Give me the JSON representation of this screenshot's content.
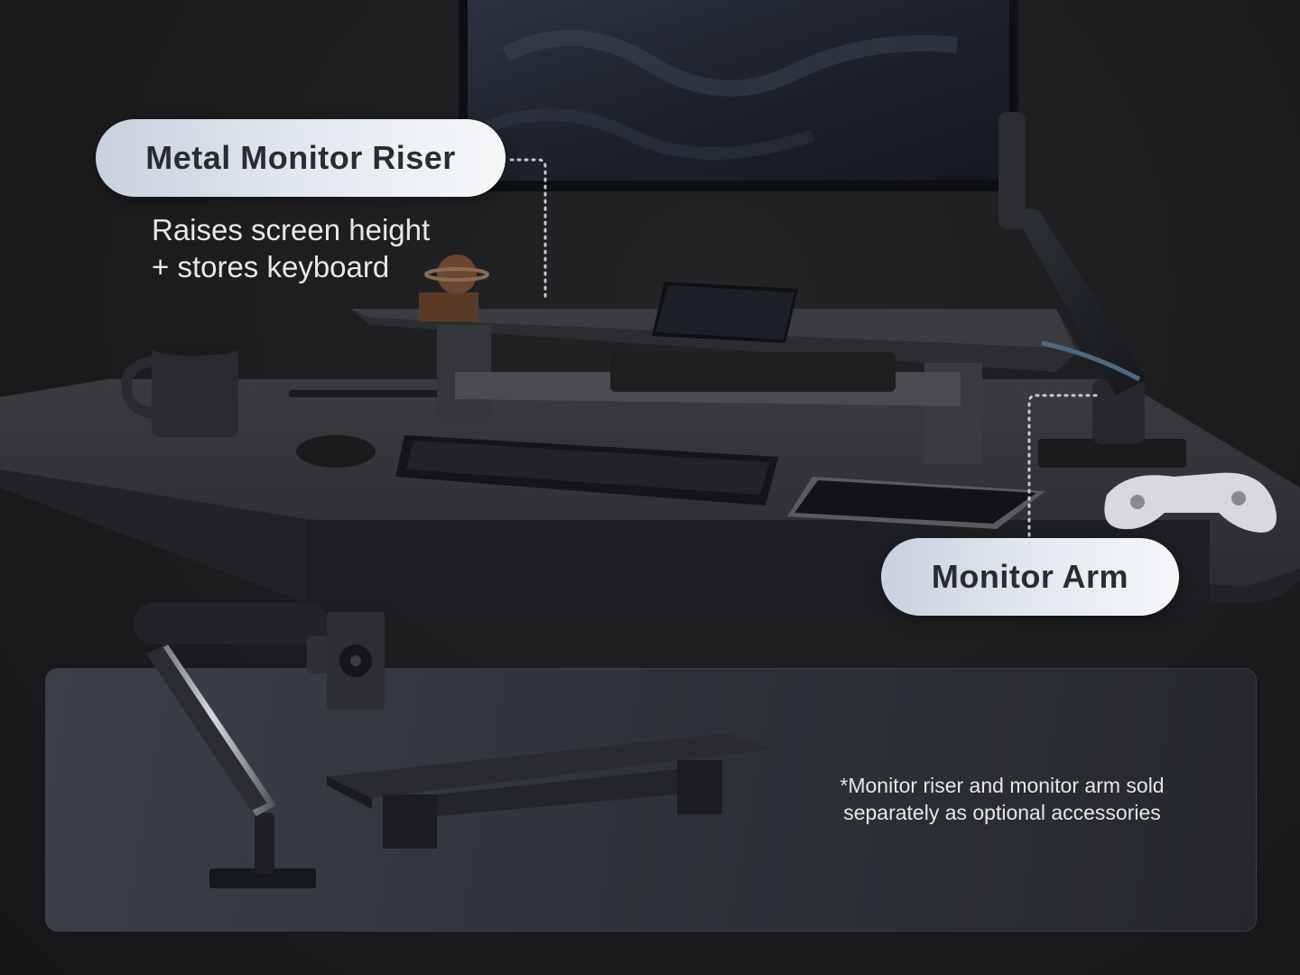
{
  "callouts": {
    "riser_label": "Metal Monitor Riser",
    "riser_desc_line1": "Raises screen height",
    "riser_desc_line2": "+ stores keyboard",
    "arm_label": "Monitor Arm"
  },
  "footer": {
    "disclaimer_line1": "*Monitor riser and monitor arm sold",
    "disclaimer_line2": "separately as optional accessories"
  },
  "colors": {
    "background": "#1b1b1d",
    "pill_gradient_start": "#c7d2de",
    "pill_gradient_end": "#f6f7f9",
    "panel": "#33373d",
    "text_light": "#e8e8ea"
  }
}
